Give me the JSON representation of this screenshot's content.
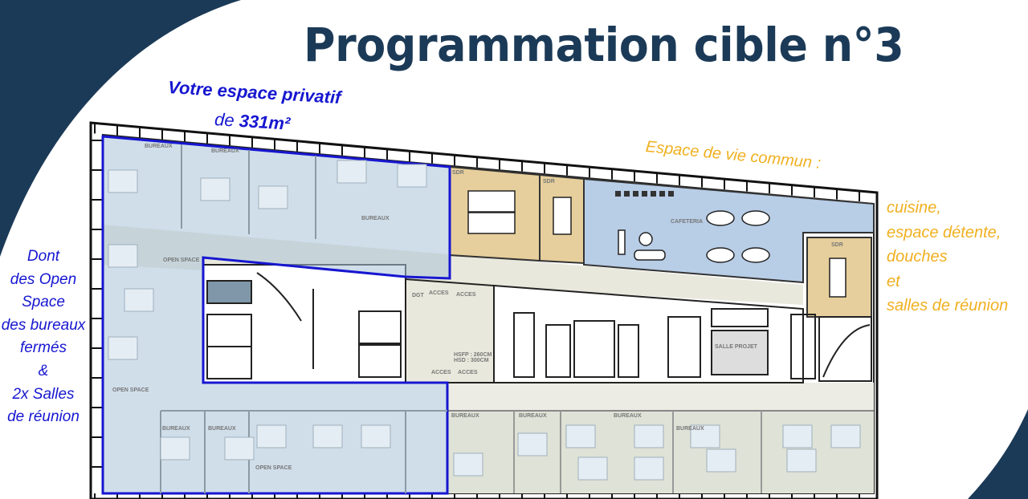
{
  "title": "Programmation cible n°3",
  "private_space": {
    "line1": "Votre espace privatif",
    "line2_prefix": "de",
    "area": "331m²"
  },
  "private_details": [
    "Dont",
    "des Open",
    "Space",
    "des bureaux",
    "fermés",
    "&",
    "2x Salles",
    "de réunion"
  ],
  "common_space": {
    "heading": "Espace de vie commun :",
    "items": [
      "cuisine,",
      "espace détente,",
      "douches",
      "et",
      "salles de réunion"
    ]
  },
  "plan_labels": {
    "bureaux": "BUREAUX",
    "sdr": "SDR",
    "open_space": "OPEN SPACE",
    "cafeteria": "CAFETERIA",
    "dgt": "DGT",
    "acces": "ACCES",
    "hsfp": "HSFP : 260CM",
    "hsd": "HSD : 300CM",
    "projet": "SALLE PROJET"
  },
  "colors": {
    "navy": "#1b3a57",
    "private_blue": "#1616d0",
    "common_orange": "#f0b020",
    "meeting_tan": "#e6cf9c",
    "cafeteria_blue": "#b8cde6"
  }
}
